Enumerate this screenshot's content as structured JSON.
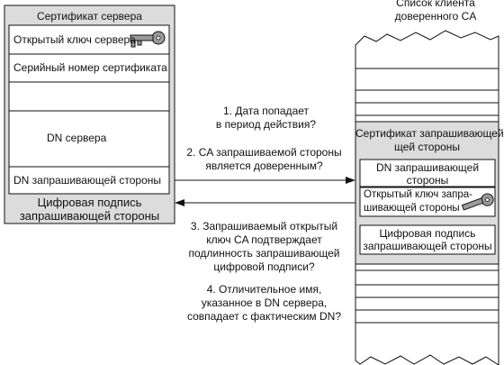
{
  "server_certificate": {
    "title": "Сертификат сервера",
    "fields": {
      "public_key": "Открытый ключ сервера",
      "serial_number": "Серийный номер сертификата",
      "server_dn": "DN сервера",
      "requester_dn": "DN запрашивающей стороны"
    },
    "signature": [
      "Цифровая подпись",
      "запрашивающей стороны"
    ]
  },
  "trusted_ca_list": {
    "title": [
      "Список клиента",
      "доверенного CA"
    ]
  },
  "requester_certificate": {
    "title": [
      "Сертификат запрашивающей",
      "щей стороны"
    ],
    "dn": [
      "DN запрашивающей",
      "стороны"
    ],
    "public_key": [
      "Открытый ключ запра-",
      "шивающей стороны"
    ],
    "signature": [
      "Цифровая подпись",
      "запрашивающей стороны"
    ]
  },
  "checks": [
    [
      "1. Дата попадает",
      "в период действия?"
    ],
    [
      "2. CA запрашиваемой стороны",
      "является доверенным?"
    ],
    [
      "3. Запрашиваемый открытый",
      "ключ CA подтверждает",
      "подлинность запрашивающей",
      "цифровой подписи?"
    ],
    [
      "4. Отличительное имя,",
      "указанное в DN сервера,",
      "совпадает с фактическим DN?"
    ]
  ],
  "colors": {
    "line": "#111111",
    "panel_gray": "#dcdcdc",
    "box_white": "#ffffff"
  },
  "icons": [
    "key-icon"
  ]
}
